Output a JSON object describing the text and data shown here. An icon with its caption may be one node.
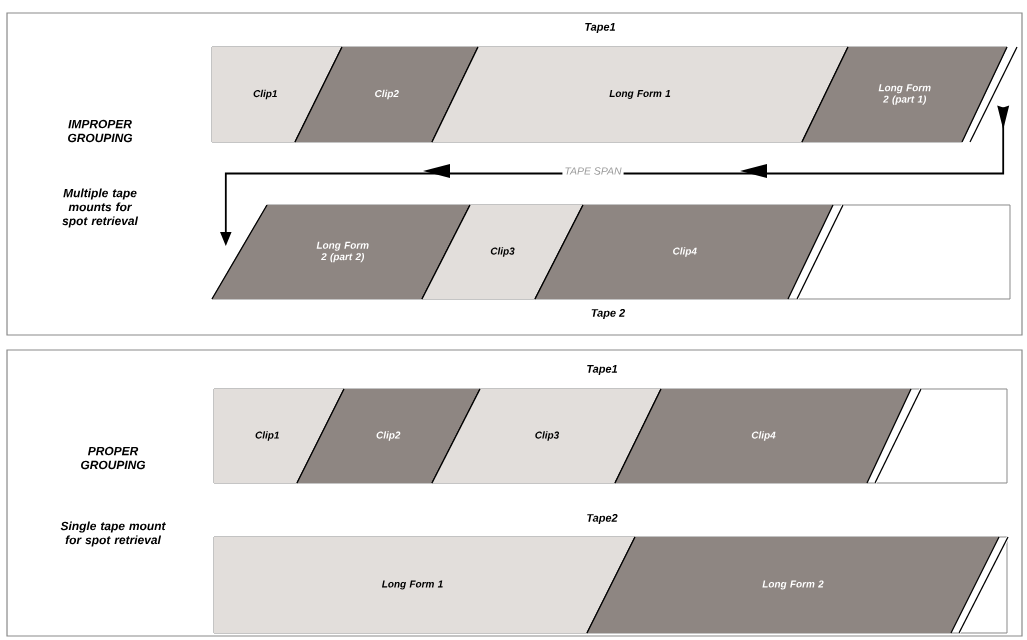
{
  "diagram": {
    "nodes": [
      {
        "text": [
          "IMPROPER GROUPING",
          "Multiple tape mounts for spot retrieval"
        ]
      },
      {
        "text": [
          "Tape1"
        ],
        "in": 0
      },
      {
        "text": [
          "Clip1"
        ],
        "in": 1
      },
      {
        "text": [
          "Clip2"
        ],
        "in": 1
      },
      {
        "text": [
          "Long Form 1"
        ],
        "in": 1
      },
      {
        "text": [
          "Long Form 2 (part 1)"
        ],
        "in": 1
      },
      {
        "text": [
          "Tape 2"
        ],
        "in": 0
      },
      {
        "text": [
          "Long Form 2 (part 2)"
        ],
        "in": 6
      },
      {
        "text": [
          "Clip3"
        ],
        "in": 6
      },
      {
        "text": [
          "Clip4"
        ],
        "in": 6
      },
      {
        "text": [
          "PROPER GROUPING",
          "Single tape mount for spot retrieval"
        ]
      },
      {
        "text": [
          "Tape1"
        ],
        "in": 10
      },
      {
        "text": [
          "Clip1"
        ],
        "in": 11
      },
      {
        "text": [
          "Clip2"
        ],
        "in": 11
      },
      {
        "text": [
          "Clip3"
        ],
        "in": 11
      },
      {
        "text": [
          "Clip4"
        ],
        "in": 11
      },
      {
        "text": [
          "Tape2"
        ],
        "in": 10
      },
      {
        "text": [
          "Long Form 1"
        ],
        "in": 16
      },
      {
        "text": [
          "Long Form 2"
        ],
        "in": 16
      }
    ],
    "edges": [
      {
        "from": 5,
        "to": 7,
        "arrow": "to",
        "label": "TAPE SPAN"
      }
    ]
  }
}
